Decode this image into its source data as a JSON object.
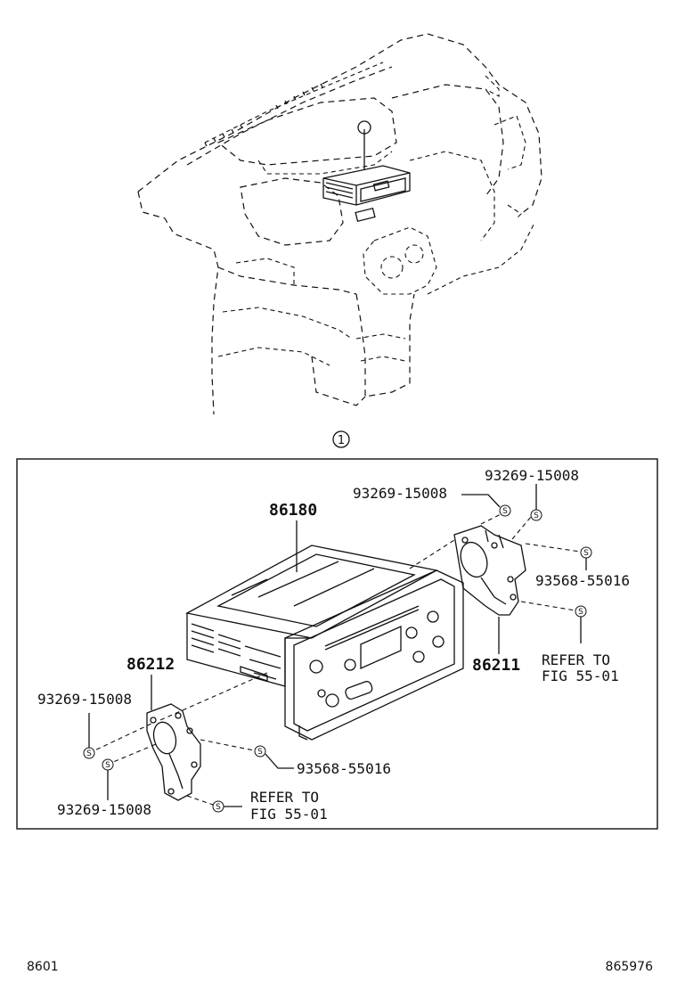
{
  "callout": {
    "ref": "1"
  },
  "parts": {
    "audio_unit": "86180",
    "bracket_right": "86211",
    "bracket_left": "86212",
    "screw_a_1": "93269-15008",
    "screw_a_2": "93269-15008",
    "screw_a_3": "93269-15008",
    "screw_a_4": "93269-15008",
    "screw_b_1": "93568-55016",
    "screw_b_2": "93568-55016"
  },
  "refer": {
    "right_line1": "REFER TO",
    "right_line2": "FIG 55-01",
    "left_line1": "REFER TO",
    "left_line2": "FIG 55-01"
  },
  "screw_symbol": "S",
  "footer": {
    "left": "8601",
    "right": "865976"
  }
}
